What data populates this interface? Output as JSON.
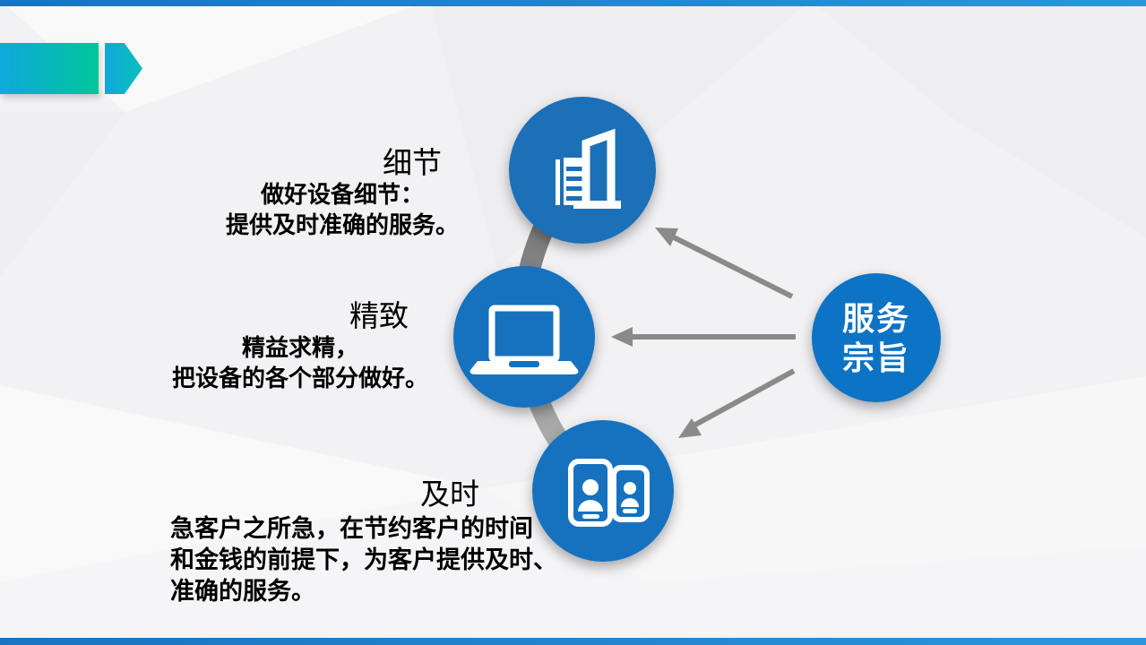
{
  "slide_type": "diagram-slide",
  "hub": {
    "line1": "服务",
    "line2": "宗旨"
  },
  "items": [
    {
      "id": "details",
      "title": "细节",
      "desc": "做好设备细节：\n提供及时准确的服务。",
      "icon": "building-icon"
    },
    {
      "id": "exquisite",
      "title": "精致",
      "desc": "精益求精，\n把设备的各个部分做好。",
      "icon": "laptop-icon"
    },
    {
      "id": "timely",
      "title": "及时",
      "desc": "急客户之所急，在节约客户的时间\n和金钱的前提下，为客户提供及时、\n准确的服务。",
      "icon": "phones-icon"
    }
  ],
  "theme": {
    "circle-blue": "#1a6fb8",
    "circle-blue-mid": "#1372bf",
    "hub-blue": "#0d73c4",
    "arrow-gray": "#8a8a8a",
    "arc-dark": "#6d6d6d",
    "arc-light": "#b7b7b7",
    "ribbon-start": "#0fa9dc",
    "ribbon-end": "#00c698",
    "bar-start": "#1a73c0",
    "bar-end": "#2c96da"
  }
}
